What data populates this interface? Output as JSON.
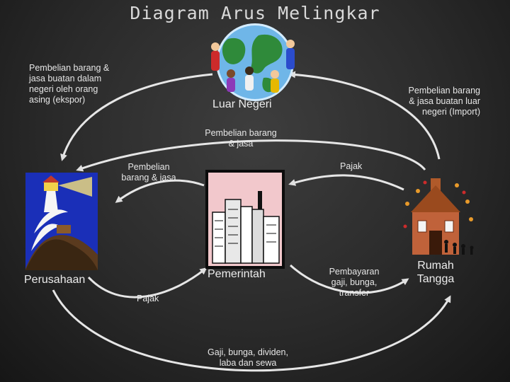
{
  "title": "Diagram Arus Melingkar",
  "nodes": {
    "luar_negeri": "Luar Negeri",
    "perusahaan": "Perusahaan",
    "pemerintah": "Pemerintah",
    "rumah_tangga_1": "Rumah",
    "rumah_tangga_2": "Tangga"
  },
  "flows": {
    "ekspor": [
      "Pembelian barang &",
      "jasa buatan dalam",
      "negeri oleh orang",
      "asing (ekspor)"
    ],
    "impor": [
      "Pembelian barang",
      "& jasa buatan luar",
      "negeri (Import)"
    ],
    "rt_ke_perusahaan": [
      "Pembelian barang",
      "& jasa"
    ],
    "pemerintah_ke_perusahaan": [
      "Pembelian",
      "barang & jasa"
    ],
    "pajak_rt": "Pajak",
    "pajak_perusahaan": "Pajak",
    "pembayaran": [
      "Pembayaran",
      "gaji, bunga,",
      "transfer"
    ],
    "faktor_produksi": [
      "Gaji, bunga, dividen,",
      "laba dan sewa"
    ]
  }
}
